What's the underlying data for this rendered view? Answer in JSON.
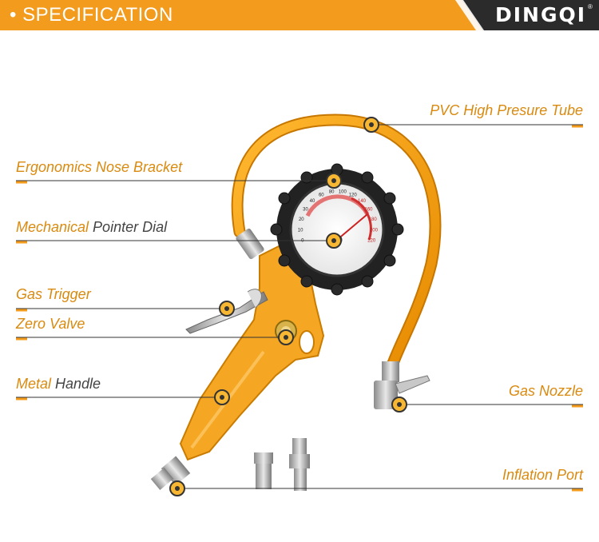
{
  "header": {
    "title": "• SPECIFICATION",
    "logo": "DINGQI",
    "logo_mark": "®",
    "accent_color": "#f29b1d",
    "dark_color": "#2b2b2b"
  },
  "callouts": {
    "pvc_tube": {
      "hl": "PVC High Presure Tube",
      "rest": ""
    },
    "nose_bracket": {
      "hl": "Ergonomics Nose Bracket",
      "rest": ""
    },
    "pointer_dial": {
      "hl": "Mechanical",
      "rest": " Pointer Dial"
    },
    "gas_trigger": {
      "hl": "Gas Trigger",
      "rest": ""
    },
    "zero_valve": {
      "hl": "Zero Valve",
      "rest": ""
    },
    "metal_handle": {
      "hl": "Metal",
      "rest": " Handle"
    },
    "gas_nozzle": {
      "hl": "Gas Nozzle",
      "rest": ""
    },
    "inflation_port": {
      "hl": "Inflation Port",
      "rest": ""
    }
  },
  "gauge_ticks": [
    "0",
    "10",
    "20",
    "30",
    "40",
    "60",
    "80",
    "100",
    "120",
    "140",
    "160",
    "180",
    "200",
    "220"
  ]
}
